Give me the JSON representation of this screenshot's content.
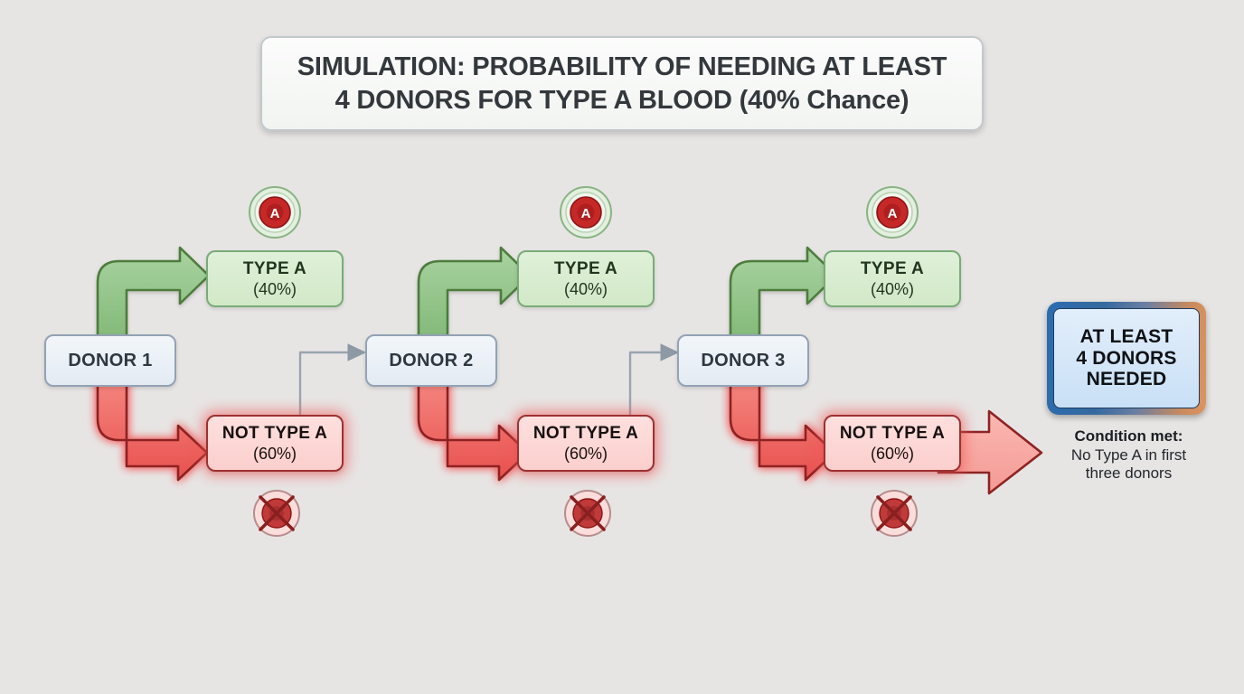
{
  "title": {
    "line1": "SIMULATION: PROBABILITY OF NEEDING AT LEAST",
    "line2": "4 DONORS FOR TYPE A BLOOD (40% Chance)"
  },
  "colors": {
    "background": "#e7e5e4",
    "type_a_fill": "#dff0d8",
    "type_a_border": "#79ab78",
    "not_type_a_fill": "#fccfcd",
    "not_type_a_border": "#9e3030",
    "donor_fill": "#e9f0f7",
    "donor_border": "#93a2b4",
    "green_arrow": "#8cc183",
    "green_arrow_border": "#4e7b3e",
    "red_arrow": "#ef6b6b",
    "red_arrow_border": "#8d2323",
    "connector": "#9aa4b0",
    "result_border_start": "#2b6cb0",
    "result_border_end": "#dd9460",
    "result_fill": "#c9e0f6",
    "blood_cell": "#c62828"
  },
  "branches": [
    {
      "donor_label": "DONOR 1",
      "type_a": {
        "label": "TYPE A",
        "probability": "(40%)"
      },
      "not_type_a": {
        "label": "NOT TYPE A",
        "probability": "(60%)"
      },
      "cell_icon": "blood-cell-type-a-icon",
      "reject_icon": "blood-cell-rejected-icon"
    },
    {
      "donor_label": "DONOR 2",
      "type_a": {
        "label": "TYPE A",
        "probability": "(40%)"
      },
      "not_type_a": {
        "label": "NOT TYPE A",
        "probability": "(60%)"
      },
      "cell_icon": "blood-cell-type-a-icon",
      "reject_icon": "blood-cell-rejected-icon"
    },
    {
      "donor_label": "DONOR 3",
      "type_a": {
        "label": "TYPE A",
        "probability": "(40%)"
      },
      "not_type_a": {
        "label": "NOT TYPE A",
        "probability": "(60%)"
      },
      "cell_icon": "blood-cell-type-a-icon",
      "reject_icon": "blood-cell-rejected-icon"
    }
  ],
  "blood_cell_letter": "A",
  "result": {
    "line1": "AT LEAST",
    "line2": "4 DONORS",
    "line3": "NEEDED",
    "condition_heading": "Condition met:",
    "condition_line1": "No Type A in first",
    "condition_line2": "three donors"
  }
}
